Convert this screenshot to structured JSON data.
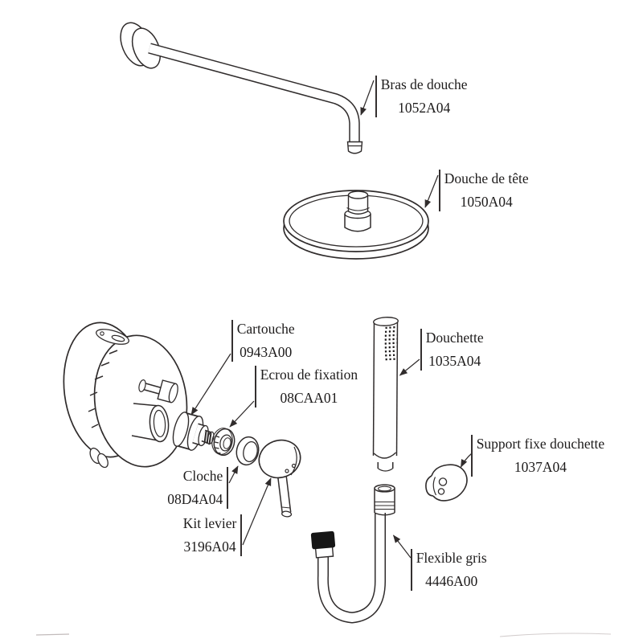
{
  "diagram": {
    "background_color": "#ffffff",
    "line_color": "#302c2c",
    "hose_cap_color": "#161616",
    "parts": [
      {
        "name": "Bras de douche",
        "ref": "1052A04"
      },
      {
        "name": "Douche de tête",
        "ref": "1050A04"
      },
      {
        "name": "Cartouche",
        "ref": "0943A00"
      },
      {
        "name": "Ecrou de fixation",
        "ref": "08CAA01"
      },
      {
        "name": "Douchette",
        "ref": "1035A04"
      },
      {
        "name": "Support fixe douchette",
        "ref": "1037A04"
      },
      {
        "name": "Cloche",
        "ref": "08D4A04"
      },
      {
        "name": "Kit levier",
        "ref": "3196A04"
      },
      {
        "name": "Flexible gris",
        "ref": "4446A00"
      }
    ]
  }
}
